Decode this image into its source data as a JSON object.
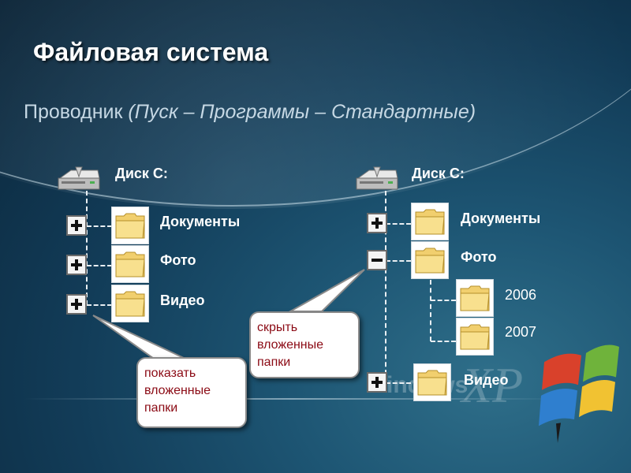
{
  "title": "Файловая система",
  "subtitle_main": "Проводник",
  "subtitle_path": "(Пуск – Программы – Стандартные)",
  "left_tree": {
    "disk_label": "Диск С:",
    "items": [
      "Документы",
      "Фото",
      "Видео"
    ],
    "buttons": [
      "+",
      "+",
      "+"
    ]
  },
  "right_tree": {
    "disk_label": "Диск С:",
    "items": [
      "Документы",
      "Фото",
      "Видео"
    ],
    "subitems": [
      "2006",
      "2007"
    ],
    "buttons": [
      "+",
      "−",
      "+"
    ]
  },
  "callout_show": [
    "показать",
    "вложенные",
    "папки"
  ],
  "callout_hide": [
    "скрыть",
    "вложенные",
    "папки"
  ],
  "watermark": "Windows XP",
  "colors": {
    "background": "#1d5573",
    "callout_text": "#8b0a14",
    "folder": "#f5d878"
  }
}
